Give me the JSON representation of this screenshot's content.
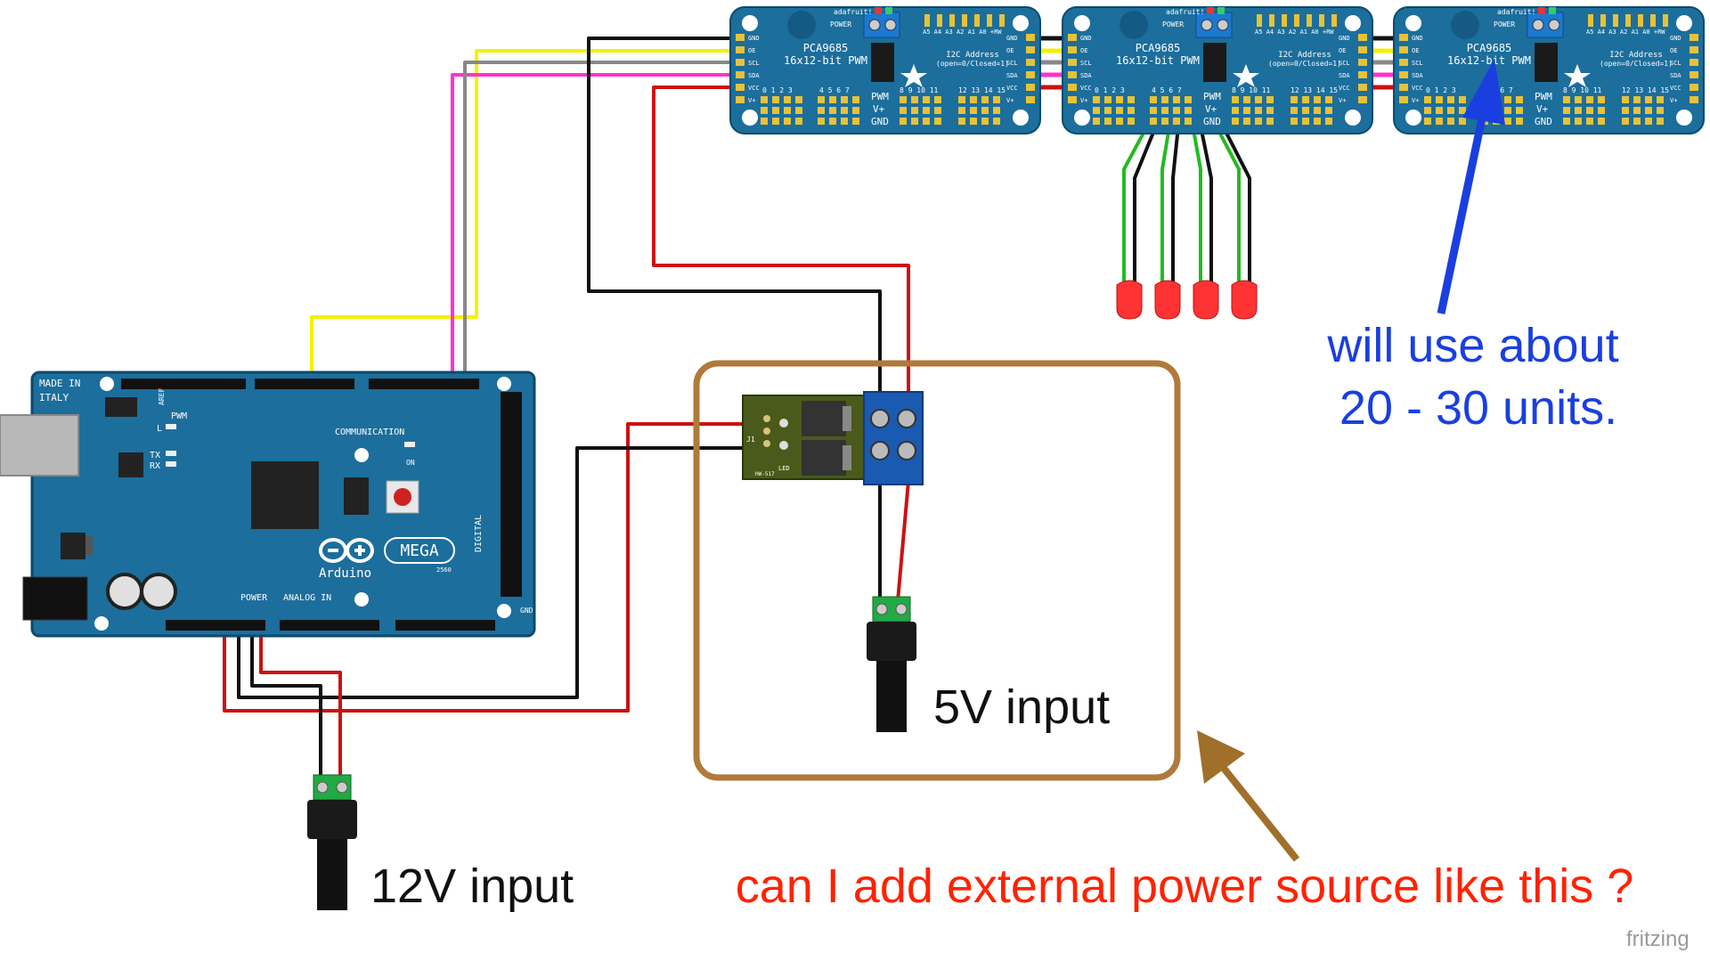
{
  "annotations": {
    "question": "can I add external power source like this ?",
    "usage_line1": "will use about",
    "usage_line2": "20 - 30 units.",
    "input_5v": "5V input",
    "input_12v": "12V input",
    "watermark": "fritzing"
  },
  "colors": {
    "question_text": "#ff2200",
    "usage_text": "#1a3fe0",
    "highlight_box": "#b07a3a",
    "board_blue": "#1c6e9c",
    "wire_red": "#cc1111",
    "wire_black": "#111111",
    "wire_yellow": "#f5f000",
    "wire_magenta": "#ff33cc",
    "wire_grey": "#888888",
    "wire_green": "#22bb22"
  },
  "arduino": {
    "brand": "Arduino",
    "model": "MEGA",
    "made_in_1": "MADE IN",
    "made_in_2": "ITALY",
    "section_pwm": "PWM",
    "section_comm": "COMMUNICATION",
    "section_power": "POWER",
    "section_analog": "ANALOG IN",
    "section_digital": "DIGITAL",
    "chip": "2560",
    "tx": "TX",
    "rx": "RX",
    "l": "L",
    "on": "ON",
    "aref": "AREF",
    "gnd": "GND"
  },
  "pwm_board": {
    "brand": "adafruit!",
    "title_1": "PCA9685",
    "title_2": "16x12-bit PWM",
    "power": "POWER",
    "i2c_1": "I2C Address",
    "i2c_2": "(open=0/Closed=1)",
    "addr_pins": "A5 A4 A3 A2 A1 A0 +RW",
    "left_pins": [
      "GND",
      "OE",
      "SCL",
      "SDA",
      "VCC",
      "V+"
    ],
    "right_pins": [
      "GND",
      "OE",
      "SCL",
      "SDA",
      "VCC",
      "V+"
    ],
    "rail_pwm": "PWM",
    "rail_vplus": "V+",
    "rail_gnd": "GND",
    "channels_a": "0 1 2 3",
    "channels_b": "4 5 6 7",
    "channels_c": "8 9 10 11",
    "channels_d": "12 13 14 15"
  },
  "mosfet_module": {
    "j1": "J1",
    "led": "LED",
    "part": "HW-517"
  }
}
